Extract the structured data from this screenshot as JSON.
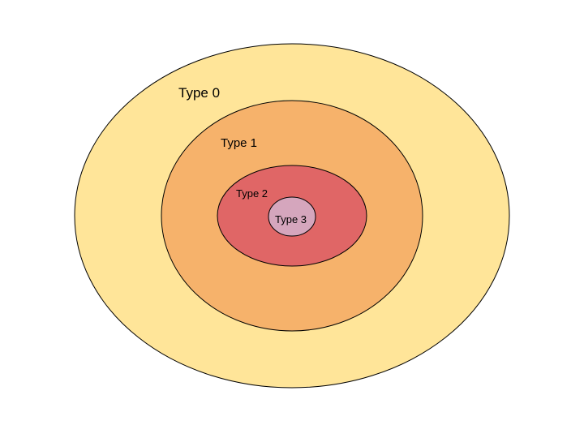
{
  "diagram": {
    "levels": [
      {
        "label": "Type 0",
        "fill": "#FFE599"
      },
      {
        "label": "Type 1",
        "fill": "#F6B26B"
      },
      {
        "label": "Type 2",
        "fill": "#E06666"
      },
      {
        "label": "Type 3",
        "fill": "#D5A6BD"
      }
    ],
    "stroke": "#000000"
  }
}
